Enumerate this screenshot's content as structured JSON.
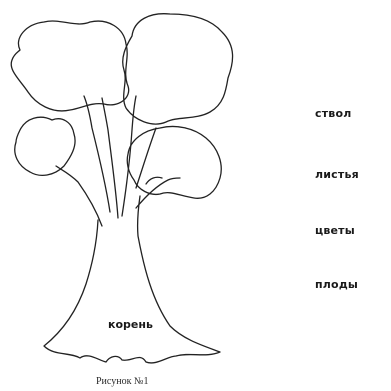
{
  "diagram": {
    "words": [
      "ствол",
      "листья",
      "цветы",
      "плоды"
    ],
    "root_label": "корень",
    "caption": "Рисунок №1"
  }
}
